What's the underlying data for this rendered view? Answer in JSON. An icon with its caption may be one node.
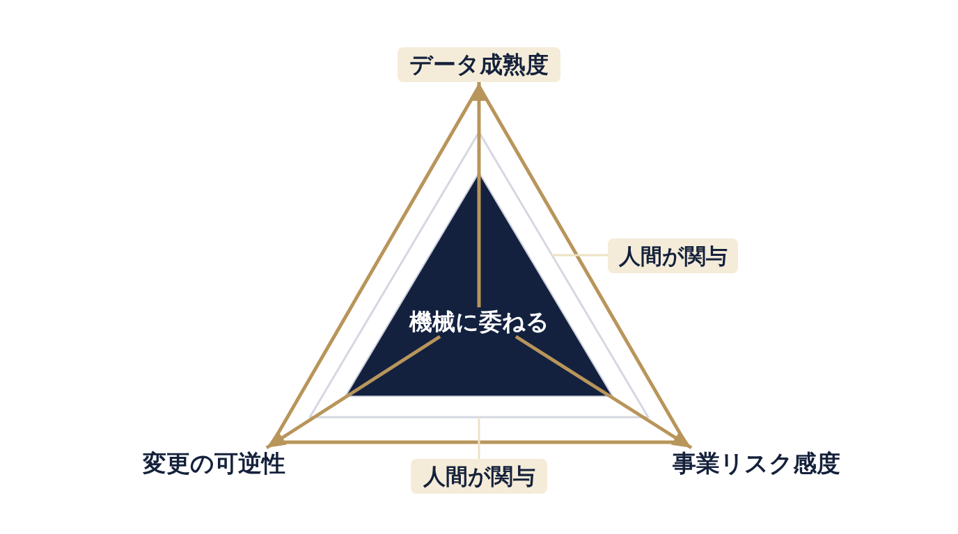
{
  "diagram": {
    "nodes": [
      {
        "text": [
          "データ成熟度"
        ]
      },
      {
        "text": [],
        "shape": "triangle"
      },
      {
        "text": [],
        "shape": "triangle",
        "in": 1
      },
      {
        "text": [
          "機械に委ねる"
        ],
        "in": 2
      },
      {
        "text": [
          "人間が関与"
        ]
      },
      {
        "text": [
          "変更の可逆性"
        ]
      },
      {
        "text": [
          "人間が関与"
        ]
      },
      {
        "text": [
          "事業リスク感度"
        ]
      }
    ],
    "edges": [
      {
        "from": 3,
        "to": 0,
        "arrow": "to"
      },
      {
        "from": 3,
        "to": 5,
        "arrow": "to"
      },
      {
        "from": 3,
        "to": 7,
        "arrow": "to"
      },
      {
        "from": 4,
        "to": 1,
        "arrow": "none",
        "color": "#eee2c4"
      },
      {
        "from": 6,
        "to": 1,
        "arrow": "none",
        "color": "#eee2c4"
      }
    ]
  }
}
